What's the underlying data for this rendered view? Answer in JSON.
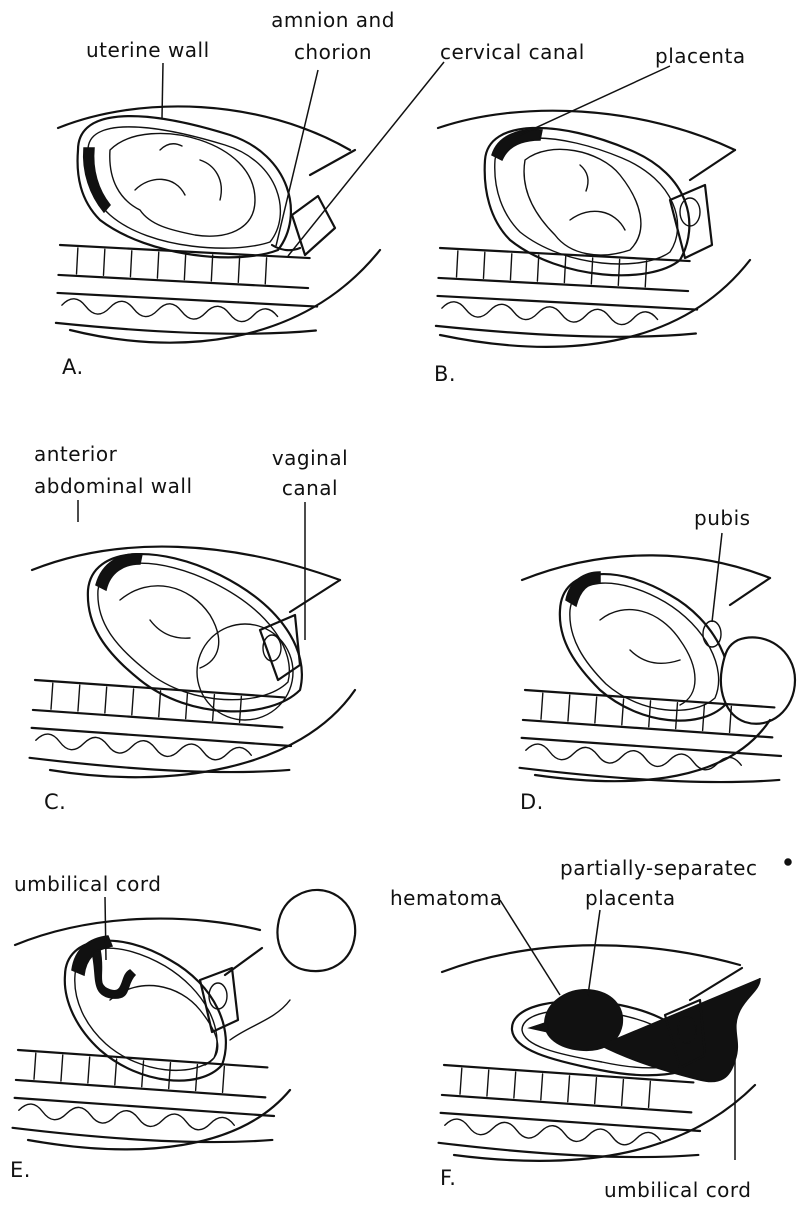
{
  "labels": {
    "uterine_wall": "uterine wall",
    "amnion_line1": "amnion and",
    "amnion_line2": "chorion",
    "cervical_canal": "cervical canal",
    "placenta": "placenta",
    "anterior_line1": "anterior",
    "anterior_line2": "abdominal wall",
    "vaginal_line1": "vaginal",
    "vaginal_line2": "canal",
    "pubis": "pubis",
    "umbilical_cord_e": "umbilical cord",
    "hematoma": "hematoma",
    "partial_line1": "partially-separatec",
    "partial_line2": "placenta",
    "umbilical_cord_f": "umbilical cord"
  },
  "panels": {
    "a": "A.",
    "b": "B.",
    "c": "C.",
    "d": "D.",
    "e": "E.",
    "f": "F."
  }
}
